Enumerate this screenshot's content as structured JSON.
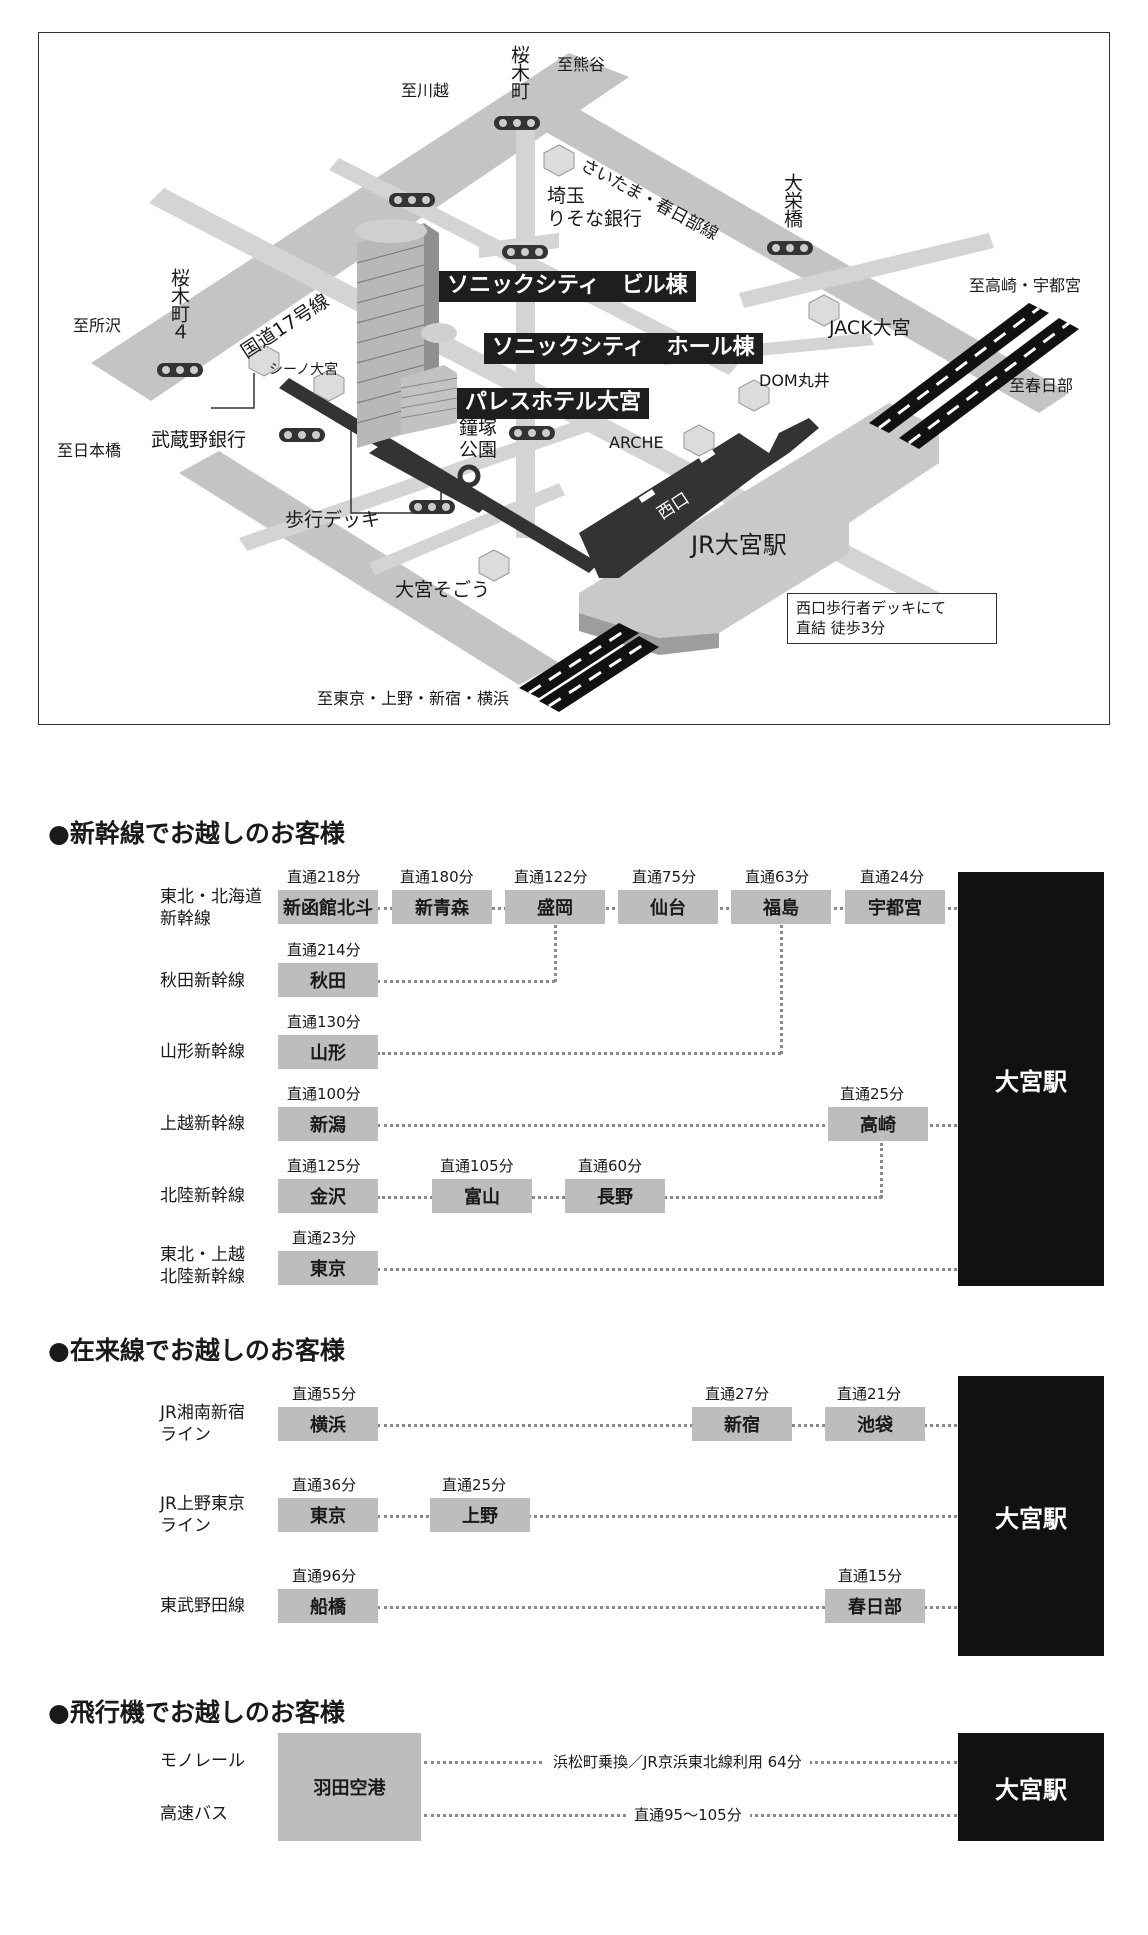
{
  "map": {
    "labels": {
      "to_kawagoe": "至川越",
      "to_kumagaya": "至熊谷",
      "to_tokorozawa": "至所沢",
      "to_nihonbashi": "至日本橋",
      "to_takasaki": "至高崎・宇都宮",
      "to_kasukabe": "至春日部",
      "to_tokyo": "至東京・上野・新宿・横浜",
      "saitama_resona": "埼玉\nりそな銀行",
      "jack": "JACK大宮",
      "dom": "DOM丸井",
      "arche": "ARCHE",
      "shino": "シーノ大宮",
      "musashino": "武蔵野銀行",
      "deck": "歩行デッキ",
      "sogo": "大宮そごう",
      "jr_omiya": "JR大宮駅",
      "kanetsuka": "鐘塚\n公園",
      "nishiguchi": "西口",
      "route17": "国道17号線",
      "kasukabe_line": "さいたま・春日部線"
    },
    "vertical": {
      "sakuragi": "桜木町",
      "sakuragi4": "桜木町４",
      "taiei": "大栄橋"
    },
    "badges": {
      "building": "ソニックシティ　ビル棟",
      "hall": "ソニックシティ　ホール棟",
      "palace": "パレスホテル大宮"
    },
    "note": {
      "line1": "西口歩行者デッキにて",
      "line2": "直結 徒歩3分"
    }
  },
  "shinkansen": {
    "title": "●新幹線でお越しのお客様",
    "lines": [
      {
        "name": "東北・北海道\n新幹線"
      },
      {
        "name": "秋田新幹線"
      },
      {
        "name": "山形新幹線"
      },
      {
        "name": "上越新幹線"
      },
      {
        "name": "北陸新幹線"
      },
      {
        "name": "東北・上越\n北陸新幹線"
      }
    ],
    "stations": [
      {
        "name": "新函館北斗",
        "time": "直通218分"
      },
      {
        "name": "新青森",
        "time": "直通180分"
      },
      {
        "name": "盛岡",
        "time": "直通122分"
      },
      {
        "name": "仙台",
        "time": "直通75分"
      },
      {
        "name": "福島",
        "time": "直通63分"
      },
      {
        "name": "宇都宮",
        "time": "直通24分"
      },
      {
        "name": "秋田",
        "time": "直通214分"
      },
      {
        "name": "山形",
        "time": "直通130分"
      },
      {
        "name": "新潟",
        "time": "直通100分"
      },
      {
        "name": "高崎",
        "time": "直通25分"
      },
      {
        "name": "金沢",
        "time": "直通125分"
      },
      {
        "name": "富山",
        "time": "直通105分"
      },
      {
        "name": "長野",
        "time": "直通60分"
      },
      {
        "name": "東京",
        "time": "直通23分"
      }
    ],
    "terminal": "大宮駅"
  },
  "zairai": {
    "title": "●在来線でお越しのお客様",
    "lines": [
      {
        "name": "JR湘南新宿\nライン"
      },
      {
        "name": "JR上野東京\nライン"
      },
      {
        "name": "東武野田線"
      }
    ],
    "stations": [
      {
        "name": "横浜",
        "time": "直通55分"
      },
      {
        "name": "新宿",
        "time": "直通27分"
      },
      {
        "name": "池袋",
        "time": "直通21分"
      },
      {
        "name": "東京",
        "time": "直通36分"
      },
      {
        "name": "上野",
        "time": "直通25分"
      },
      {
        "name": "船橋",
        "time": "直通96分"
      },
      {
        "name": "春日部",
        "time": "直通15分"
      }
    ],
    "terminal": "大宮駅"
  },
  "airplane": {
    "title": "●飛行機でお越しのお客様",
    "monorail": "モノレール",
    "bus": "高速バス",
    "airport": "羽田空港",
    "route1": "浜松町乗換／JR京浜東北線利用 64分",
    "route2": "直通95～105分",
    "terminal": "大宮駅"
  }
}
